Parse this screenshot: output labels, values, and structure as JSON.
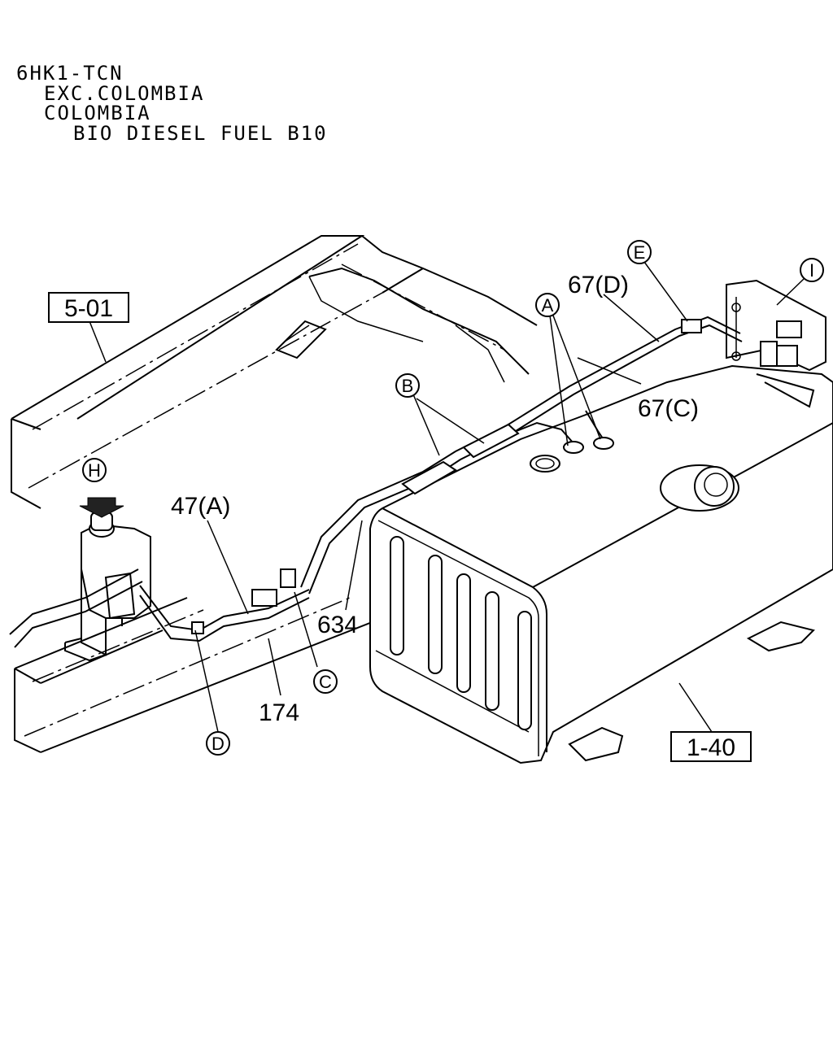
{
  "header": {
    "lines": [
      "6HK1-TCN",
      "EXC.COLOMBIA",
      "COLOMBIA",
      "BIO DIESEL FUEL B10"
    ]
  },
  "boxed_refs": {
    "frame_ref": "5-01",
    "tank_ref": "1-40"
  },
  "callouts": {
    "A": "A",
    "B": "B",
    "C": "C",
    "D": "D",
    "E": "E",
    "H": "H",
    "I": "I"
  },
  "part_labels": {
    "hose_a": "47(A)",
    "hose_d": "67(D)",
    "hose_c": "67(C)",
    "pipe": "634",
    "clip": "174"
  }
}
